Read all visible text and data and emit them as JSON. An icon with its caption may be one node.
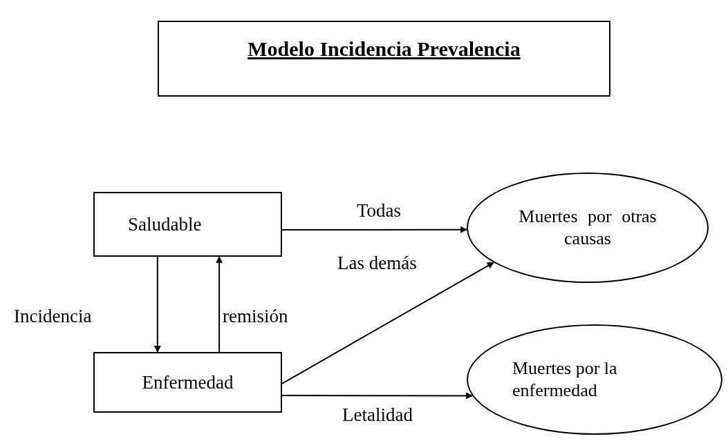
{
  "diagram": {
    "nodes": [
      {
        "text": [
          "Modelo Incidencia Prevalencia"
        ]
      },
      {
        "text": [
          "Saludable"
        ]
      },
      {
        "text": [
          "Enfermedad"
        ]
      },
      {
        "text": [
          "Muertes por otras causas"
        ]
      },
      {
        "text": [
          "Muertes por la enfermedad"
        ]
      }
    ],
    "edges": [
      {
        "from": 1,
        "to": 2,
        "arrow": "to",
        "label": "Incidencia"
      },
      {
        "from": 2,
        "to": 1,
        "arrow": "to",
        "label": "remisión"
      },
      {
        "from": 1,
        "to": 3,
        "arrow": "to",
        "label": "Todas"
      },
      {
        "from": 2,
        "to": 3,
        "arrow": "to",
        "label": "Las demás"
      },
      {
        "from": 2,
        "to": 4,
        "arrow": "to",
        "label": "Letalidad"
      }
    ]
  }
}
